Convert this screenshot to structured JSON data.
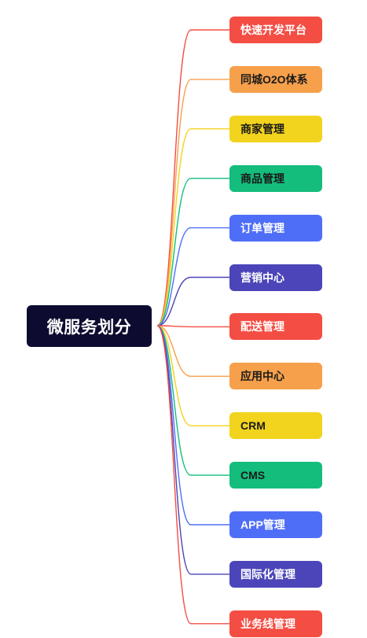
{
  "root": {
    "label": "微服务划分",
    "color": "#0d0b2f"
  },
  "children": [
    {
      "label": "快速开发平台",
      "color": "#f44d43",
      "text_color": "#ffffff"
    },
    {
      "label": "同城O2O体系",
      "color": "#f6a04b",
      "text_color": "#1a1a1a"
    },
    {
      "label": "商家管理",
      "color": "#f2d31d",
      "text_color": "#1a1a1a"
    },
    {
      "label": "商品管理",
      "color": "#14bd7c",
      "text_color": "#1a1a1a"
    },
    {
      "label": "订单管理",
      "color": "#4f6ef7",
      "text_color": "#ffffff"
    },
    {
      "label": "营销中心",
      "color": "#4b45b9",
      "text_color": "#ffffff"
    },
    {
      "label": "配送管理",
      "color": "#f44d43",
      "text_color": "#ffffff"
    },
    {
      "label": "应用中心",
      "color": "#f6a04b",
      "text_color": "#1a1a1a"
    },
    {
      "label": "CRM",
      "color": "#f2d31d",
      "text_color": "#1a1a1a"
    },
    {
      "label": "CMS",
      "color": "#14bd7c",
      "text_color": "#1a1a1a"
    },
    {
      "label": "APP管理",
      "color": "#4f6ef7",
      "text_color": "#ffffff"
    },
    {
      "label": "国际化管理",
      "color": "#4b45b9",
      "text_color": "#ffffff"
    },
    {
      "label": "业务线管理",
      "color": "#f44d43",
      "text_color": "#ffffff"
    }
  ]
}
